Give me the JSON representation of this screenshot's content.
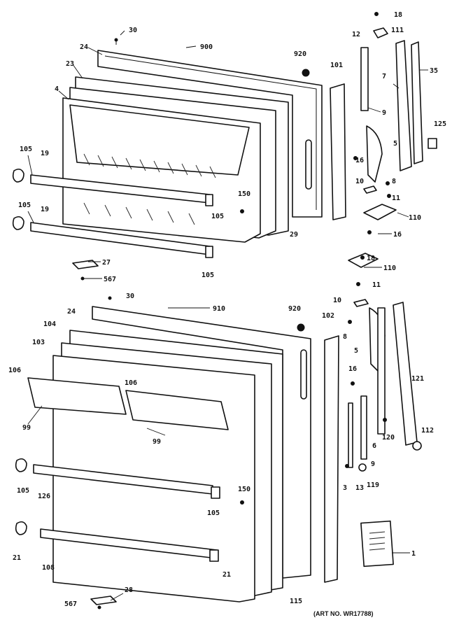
{
  "callouts": {
    "c18a": "18",
    "c111": "111",
    "c12": "12",
    "c30a": "30",
    "c900": "900",
    "c24a": "24",
    "c920a": "920",
    "c101": "101",
    "c7": "7",
    "c35": "35",
    "c23": "23",
    "c4": "4",
    "c9a": "9",
    "c125": "125",
    "c105a": "105",
    "c19a": "19",
    "c16a": "16",
    "c5a": "5",
    "c8a": "8",
    "c10a": "10",
    "c11a": "11",
    "c105b": "105",
    "c150a": "150",
    "c19b": "19",
    "c105c": "105",
    "c29": "29",
    "c110a": "110",
    "c16b": "16",
    "c27": "27",
    "c567a": "567",
    "c105d": "105",
    "c18b": "18",
    "c110b": "110",
    "c11b": "11",
    "c30b": "30",
    "c910": "910",
    "c10b": "10",
    "c24b": "24",
    "c920b": "920",
    "c102": "102",
    "c104": "104",
    "c8b": "8",
    "c103": "103",
    "c5b": "5",
    "c106a": "106",
    "c106b": "106",
    "c16c": "16",
    "c121": "121",
    "c99a": "99",
    "c99b": "99",
    "c112": "112",
    "c120": "120",
    "c6": "6",
    "c105e": "105",
    "c9b": "9",
    "c126": "126",
    "c3": "3",
    "c13": "13",
    "c119": "119",
    "c150b": "150",
    "c105f": "105",
    "c1": "1",
    "c21a": "21",
    "c108": "108",
    "c21b": "21",
    "c567b": "567",
    "c28": "28",
    "c115": "115"
  },
  "art_number": "(ART NO. WR17788)"
}
